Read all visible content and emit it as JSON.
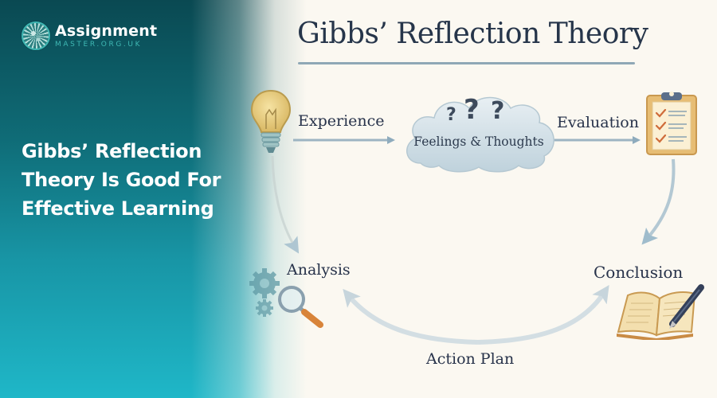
{
  "brand": {
    "logo_name": "Assignment",
    "logo_subtitle": "MASTER.ORG.UK"
  },
  "headline": {
    "lines": [
      "Gibbs’ Reflection",
      "Theory Is Good For",
      "Effective Learning"
    ]
  },
  "diagram": {
    "title": "Gibbs’ Reflection Theory",
    "stages": {
      "experience": "Experience",
      "feelings": "Feelings & Thoughts",
      "evaluation": "Evaluation",
      "analysis": "Analysis",
      "conclusion": "Conclusion",
      "action_plan": "Action Plan"
    },
    "question_marks": [
      "?",
      "?",
      "?"
    ],
    "icons": {
      "experience": "lightbulb-icon",
      "feelings": "thought-cloud-icon",
      "evaluation": "clipboard-checklist-icon",
      "analysis": "gears-magnifier-icon",
      "conclusion": "open-book-pen-icon"
    },
    "colors": {
      "title": "#26354a",
      "arrow": "#a9bfcc",
      "arrow_dark": "#7f9fb3",
      "teal_top": "#0a4952",
      "teal_bottom": "#1fb7c8",
      "cream": "#fbf8f1"
    }
  }
}
